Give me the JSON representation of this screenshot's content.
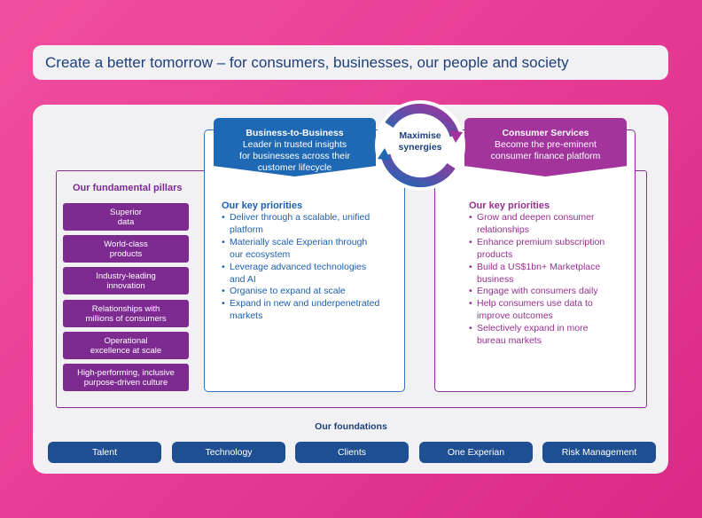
{
  "banner": "Create a better tomorrow – for consumers, businesses, our people and society",
  "pillars": {
    "title": "Our fundamental pillars",
    "items": [
      [
        "Superior",
        "data"
      ],
      [
        "World-class",
        "products"
      ],
      [
        "Industry-leading",
        "innovation"
      ],
      [
        "Relationships with",
        "millions of consumers"
      ],
      [
        "Operational",
        "excellence at scale"
      ],
      [
        "High-performing, inclusive",
        "purpose-driven culture"
      ]
    ]
  },
  "b2b": {
    "title": "Business-to-Business",
    "subtitle_lines": [
      "Leader in trusted insights",
      "for businesses across their",
      "customer lifecycle"
    ],
    "priorities_title": "Our key priorities",
    "priorities": [
      [
        "Deliver through a scalable, unified",
        "platform"
      ],
      [
        "Materially scale Experian through",
        "our ecosystem"
      ],
      [
        "Leverage advanced technologies",
        "and AI"
      ],
      [
        "Organise to expand at scale"
      ],
      [
        "Expand in new and underpenetrated",
        "markets"
      ]
    ]
  },
  "consumer": {
    "title": "Consumer Services",
    "subtitle_lines": [
      "Become the pre-eminent",
      "consumer finance platform"
    ],
    "priorities_title": "Our key priorities",
    "priorities": [
      [
        "Grow and deepen consumer",
        "relationships"
      ],
      [
        "Enhance premium subscription",
        "products"
      ],
      [
        "Build a US$1bn+ Marketplace",
        "business"
      ],
      [
        "Engage with consumers daily"
      ],
      [
        "Help consumers use data to",
        "improve outcomes"
      ],
      [
        "Selectively expand in more",
        "bureau markets"
      ]
    ]
  },
  "synergy": [
    "Maximise",
    "synergies"
  ],
  "foundations": {
    "title": "Our foundations",
    "items": [
      "Talent",
      "Technology",
      "Clients",
      "One Experian",
      "Risk Management"
    ]
  },
  "colors": {
    "background": "#e83d95",
    "b2b_blue": "#1f68b4",
    "consumer_purple": "#a2349c",
    "pillar_purple": "#7d2a91",
    "foundation_navy": "#1e4f93"
  }
}
